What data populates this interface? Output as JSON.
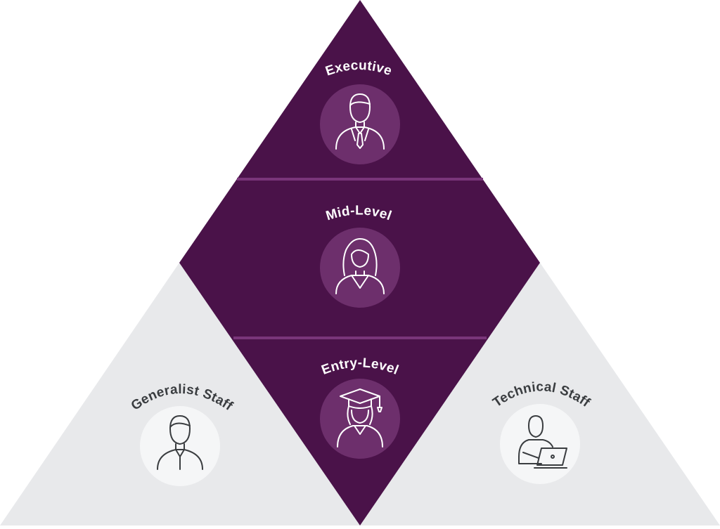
{
  "diagram": {
    "tiers": [
      {
        "label": "Executive",
        "icon": "executive-person-icon"
      },
      {
        "label": "Mid-Level",
        "icon": "woman-professional-icon"
      },
      {
        "label": "Entry-Level",
        "icon": "graduate-icon"
      }
    ],
    "sides": [
      {
        "label": "Generalist Staff",
        "icon": "generalist-person-icon"
      },
      {
        "label": "Technical Staff",
        "icon": "person-laptop-icon"
      }
    ]
  },
  "colors": {
    "diamond": "#4a1249",
    "diamond_divider": "#7a357a",
    "tier_icon_circle": "#6d2f6c",
    "side_triangle": "#e8e9eb",
    "side_icon_circle": "#f5f6f7",
    "side_text": "#3a3d40",
    "tier_text": "#ffffff"
  }
}
